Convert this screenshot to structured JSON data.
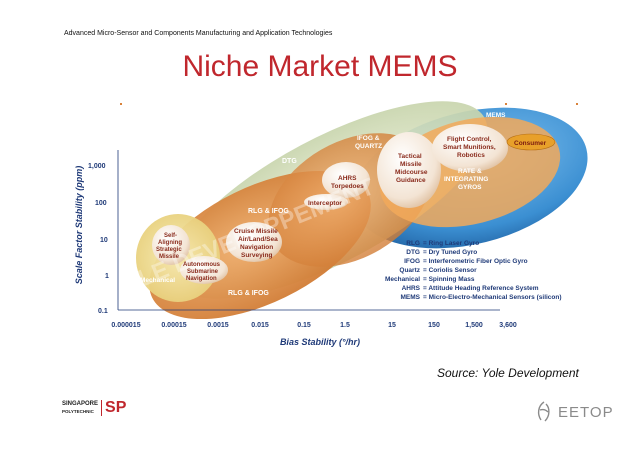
{
  "header": {
    "text": "Advanced Micro-Sensor and Components Manufacturing and Application Technologies"
  },
  "title": "Niche Market MEMS",
  "source": "Source: Yole Development",
  "axes": {
    "y_label": "Scale Factor Stability (ppm)",
    "x_label": "Bias Stability (°/hr)",
    "y_ticks": [
      "1,000",
      "100",
      "10",
      "1",
      "0.1"
    ],
    "x_ticks": [
      "0.000015",
      "0.00015",
      "0.0015",
      "0.015",
      "0.15",
      "1.5",
      "15",
      "150",
      "1,500",
      "3,600"
    ]
  },
  "regions": {
    "mems": "MEMS",
    "dtg": "DTG",
    "ifog_quartz_1": "IFOG &",
    "ifog_quartz_2": "QUARTZ",
    "rlg_ifog_upper": "RLG & IFOG",
    "rlg_ifog_lower": "RLG & IFOG",
    "mechanical": "Mechanical",
    "rate_1": "RATE &",
    "rate_2": "INTEGRATING",
    "rate_3": "GYROS"
  },
  "bubbles": {
    "consumer": "Consumer",
    "flight_1": "Flight Control,",
    "flight_2": "Smart Munitions,",
    "flight_3": "Robotics",
    "tactical_1": "Tactical",
    "tactical_2": "Missile",
    "tactical_3": "Midcourse",
    "tactical_4": "Guidance",
    "ahrs_1": "AHRS",
    "ahrs_2": "Torpedoes",
    "interceptor": "Interceptor",
    "cruise_1": "Cruise Missile",
    "cruise_2": "Air/Land/Sea",
    "cruise_3": "Navigation",
    "cruise_4": "Surveying",
    "self_1": "Self-",
    "self_2": "Aligning",
    "self_3": "Strategic",
    "self_4": "Missile",
    "auto_1": "Autonomous",
    "auto_2": "Submarine",
    "auto_3": "Navigation"
  },
  "legend": [
    {
      "abbr": "RLG",
      "desc": "= Ring Laser Gyro"
    },
    {
      "abbr": "DTG",
      "desc": "= Dry Tuned Gyro"
    },
    {
      "abbr": "IFOG",
      "desc": "= Interferometric Fiber Optic Gyro"
    },
    {
      "abbr": "Quartz",
      "desc": "= Coriolis Sensor"
    },
    {
      "abbr": "Mechanical",
      "desc": "= Spinning Mass"
    },
    {
      "abbr": "AHRS",
      "desc": "= Attitude Heading Reference System"
    },
    {
      "abbr": "MEMS",
      "desc": "= Micro-Electro-Mechanical Sensors (silicon)"
    }
  ],
  "watermark": "YOLE DEVELOPPEMENT",
  "logos": {
    "sp_line1": "SINGAPORE",
    "sp_line2": "POLYTECHNIC",
    "sp_mark": "SP",
    "eetop": "EETOP"
  },
  "colors": {
    "title": "#c0272d",
    "axis_text": "#1f3a78",
    "mems": "#2f7fc1",
    "dtg": "#c9d7a6",
    "orange": "#d9823a",
    "consumer": "#e8a02a"
  }
}
